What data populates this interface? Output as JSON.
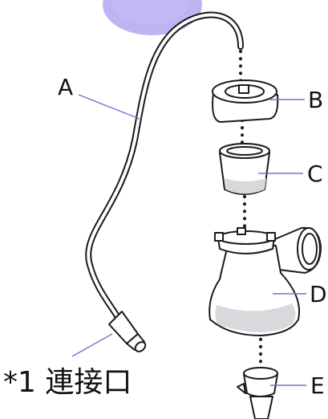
{
  "labels": {
    "a": "A",
    "b": "B",
    "c": "C",
    "d": "D",
    "e": "E"
  },
  "connector_label": "*1 連接口",
  "colors": {
    "leader": "#7b6fd6",
    "blob": "#b5a6f0",
    "line": "#1a1a1a"
  }
}
